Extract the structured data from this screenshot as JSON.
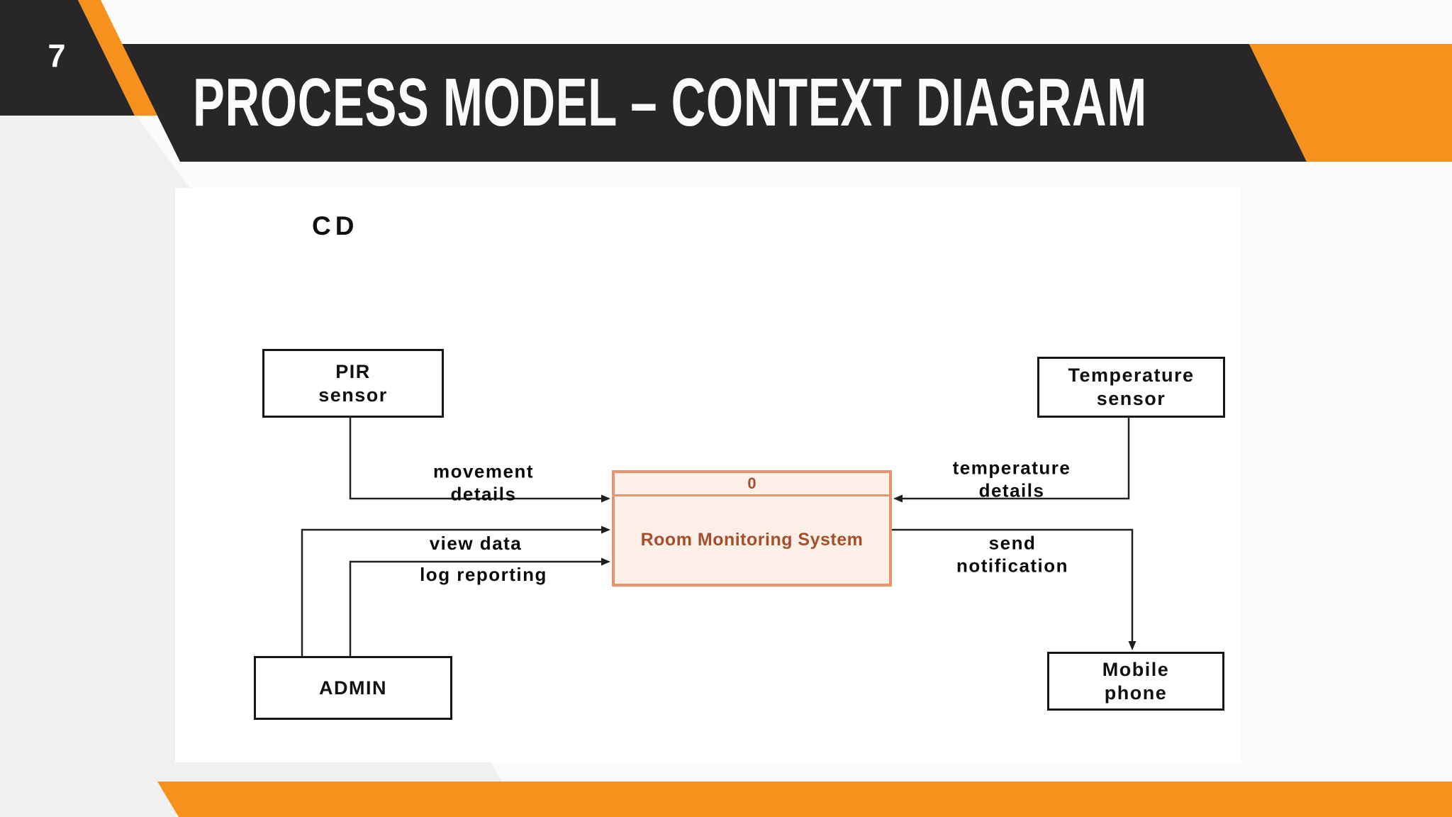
{
  "slide": {
    "number": "7",
    "title": "PROCESS MODEL – CONTEXT DIAGRAM"
  },
  "diagram": {
    "corner_label": "CD",
    "process": {
      "id": "0",
      "name": "Room Monitoring System"
    },
    "entities": {
      "pir": {
        "label": "PIR\nsensor"
      },
      "temperature": {
        "label": "Temperature\nsensor"
      },
      "admin": {
        "label": "ADMIN"
      },
      "mobile": {
        "label": "Mobile\nphone"
      }
    },
    "flows": {
      "movement": {
        "label": "movement\ndetails",
        "from": "PIR sensor",
        "to": "Room Monitoring System"
      },
      "temperature": {
        "label": "temperature\ndetails",
        "from": "Temperature sensor",
        "to": "Room Monitoring System"
      },
      "view_data": {
        "label": "view data",
        "from": "ADMIN",
        "to": "Room Monitoring System"
      },
      "log_reporting": {
        "label": "log reporting",
        "from": "ADMIN",
        "to": "Room Monitoring System"
      },
      "send_notification": {
        "label": "send\nnotification",
        "from": "Room Monitoring System",
        "to": "Mobile phone"
      }
    }
  },
  "colors": {
    "accent_orange": "#f7911d",
    "banner_dark": "#27272a",
    "process_border": "#e8926e",
    "process_fill": "#fcefe7",
    "process_text": "#a4512b"
  }
}
